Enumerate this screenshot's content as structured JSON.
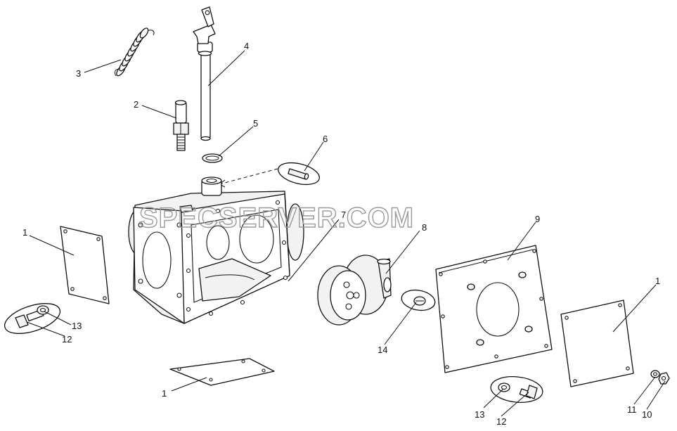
{
  "watermark": "SPECSERVER.COM",
  "callouts": {
    "c1a": "1",
    "c1b": "1",
    "c1c": "1",
    "c2": "2",
    "c3": "3",
    "c4": "4",
    "c5": "5",
    "c6": "6",
    "c7": "7",
    "c8": "8",
    "c9": "9",
    "c10": "10",
    "c11": "11",
    "c12a": "12",
    "c12b": "12",
    "c13a": "13",
    "c13b": "13",
    "c14": "14"
  }
}
